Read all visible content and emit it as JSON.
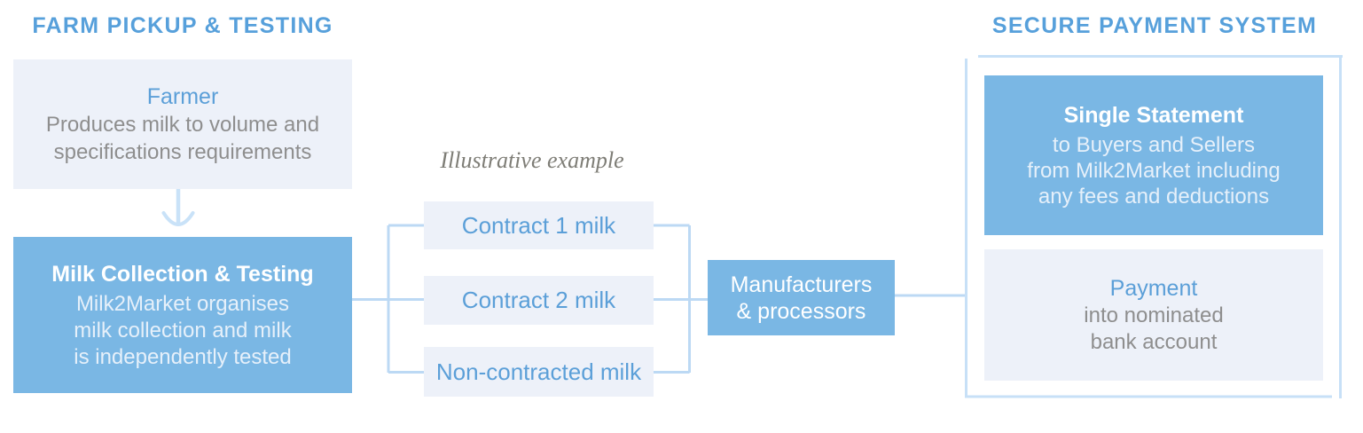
{
  "colors": {
    "accent_blue": "#7ab7e4",
    "light_box": "#edf1f9",
    "heading_text": "#57a0db",
    "blue_text": "#5b9fd8",
    "gray_text": "#8e8e8e",
    "white_text": "#ffffff",
    "blue_box_body_text": "#e6f0fa",
    "connector_line": "#bcd9f4",
    "border_line": "#c7e0f7",
    "arrow": "#c9e2f8"
  },
  "headings": {
    "farm_pickup": "FARM PICKUP & TESTING",
    "secure_payment": "SECURE PAYMENT SYSTEM"
  },
  "labels": {
    "illustrative_example": "Illustrative example"
  },
  "farmer": {
    "title": "Farmer",
    "body": [
      "Produces milk to volume and",
      "specifications requirements"
    ]
  },
  "milk_collection": {
    "title": "Milk Collection & Testing",
    "body": [
      "Milk2Market organises",
      "milk collection and milk",
      "is independently tested"
    ]
  },
  "contracts": [
    {
      "label": "Contract 1 milk"
    },
    {
      "label": "Contract 2 milk"
    },
    {
      "label": "Non-contracted milk"
    }
  ],
  "manufacturers": {
    "lines": [
      "Manufacturers",
      "& processors"
    ]
  },
  "single_statement": {
    "title": "Single Statement",
    "body": [
      "to Buyers and Sellers",
      "from Milk2Market including",
      "any fees and deductions"
    ]
  },
  "payment": {
    "title": "Payment",
    "body": [
      "into nominated",
      "bank account"
    ]
  }
}
